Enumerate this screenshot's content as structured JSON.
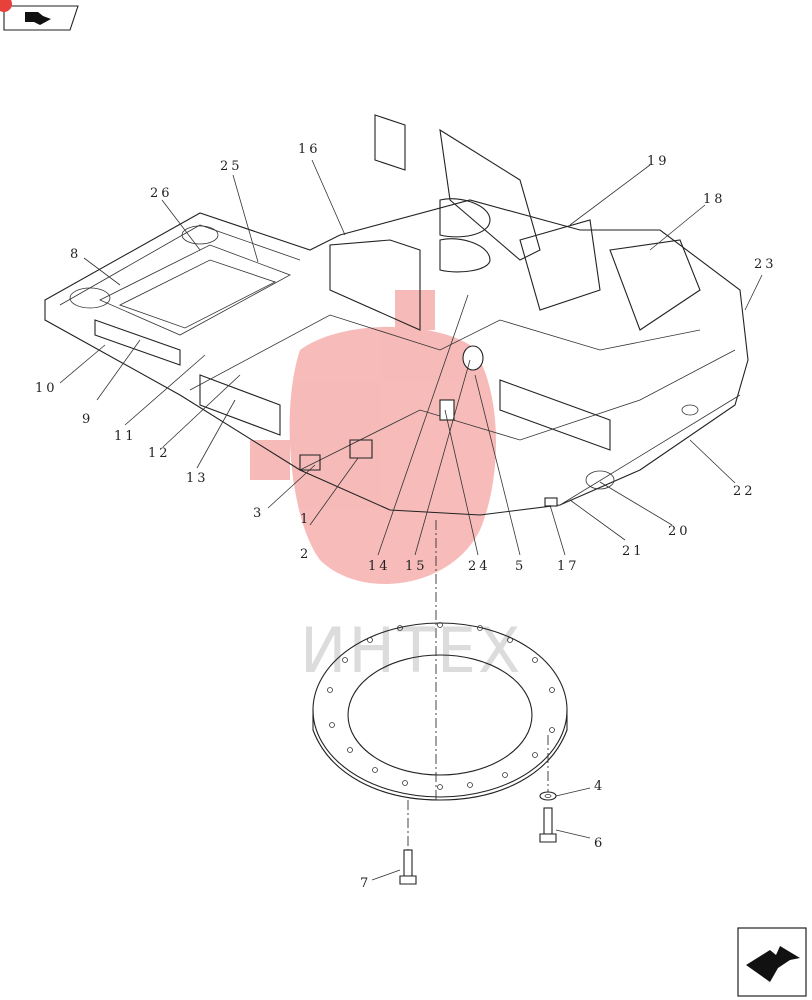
{
  "page": {
    "title": ""
  },
  "nav": {
    "prev_icon": "arrow-icon",
    "next_icon": "arrow-icon"
  },
  "watermark": {
    "text": "ИНТЕХ",
    "color": "#e8403a"
  },
  "callouts": {
    "c1": "1",
    "c2": "2",
    "c3": "3",
    "c4": "4",
    "c5": "5",
    "c6": "6",
    "c7": "7",
    "c8": "8",
    "c9": "9",
    "c10": "10",
    "c11": "11",
    "c12": "12",
    "c13": "13",
    "c14": "14",
    "c15": "15",
    "c16": "16",
    "c17": "17",
    "c18": "18",
    "c19": "19",
    "c20": "20",
    "c21": "21",
    "c22": "22",
    "c23": "23",
    "c24": "24",
    "c25": "25",
    "c26": "26"
  }
}
